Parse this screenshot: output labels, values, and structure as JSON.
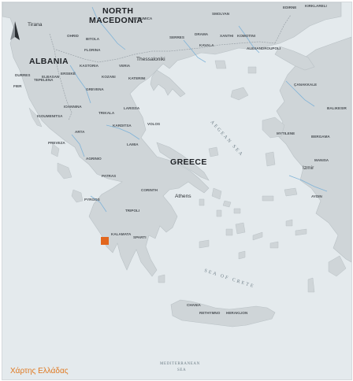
{
  "caption": "Χάρτης Ελλάδας",
  "colors": {
    "land": "#cfd5d8",
    "sea": "#e4eaed",
    "river": "#7fb3d8",
    "marker": "#e2661d",
    "caption": "#e07a22"
  },
  "icons": {
    "north_arrow": "north-arrow-icon",
    "marker": "location-square-marker"
  },
  "labels": {
    "north_macedonia_1": "NORTH",
    "north_macedonia_2": "MACEDONIA",
    "albania": "ALBANIA",
    "greece": "GREECE",
    "tirana": "Tirana",
    "ohrid": "OHRID",
    "bitola": "BITOLA",
    "strumica": "STRUMICA",
    "edirne": "EDIRNE",
    "kirklareli": "KIRKLARELI",
    "smolyan": "SMOLYAN",
    "serres": "SERRES",
    "drama": "DRAMA",
    "xanthi": "XANTHI",
    "komotini": "KOMOTINI",
    "alexandroupoli": "ALEXANDROUPOLI",
    "kavala": "KAVALA",
    "florina": "FLORINA",
    "kastoria": "KASTORIA",
    "veria": "VERIA",
    "kozani": "KOZANI",
    "katerini": "KATERINI",
    "thessaloniki": "Thessaloniki",
    "durres": "DURRES",
    "elbasan": "ELBASAN",
    "fier": "FIER",
    "tepelena": "TEPELENA",
    "ersekë": "ERSEKË",
    "grevena": "GREVENA",
    "ioannina": "IOANNINA",
    "trikala": "TRIKALA",
    "larissa": "LARISSA",
    "igoumenitsa": "IGOUMENITSA",
    "volos": "VOLOS",
    "canakkale": "ÇANAKKALE",
    "balikesir": "BALIKESIR",
    "mytilene": "MYTILENE",
    "bergama": "BERGAMA",
    "manisa": "MANISA",
    "izmir": "Izmir",
    "aydin": "AYDIN",
    "arta": "ARTA",
    "preveza": "PREVEZA",
    "karditsa": "KARDITSA",
    "lamia": "LAMIA",
    "agrinio": "AGRINIO",
    "patras": "PATRAS",
    "corinth": "CORINTH",
    "athens": "Athens",
    "pyrgos": "PYRGOS",
    "tripoli": "TRIPOLI",
    "kalamata": "KALAMATA",
    "sparti": "SPARTI",
    "chania": "CHANIA",
    "rethymno": "RETHYMNO",
    "heraklion": "HERAKLION",
    "aegean_sea": "AEGEAN SEA",
    "sea_of_crete": "SEA OF CRETE",
    "mediterranean_1": "MEDITERRANEAN",
    "mediterranean_2": "SEA"
  }
}
